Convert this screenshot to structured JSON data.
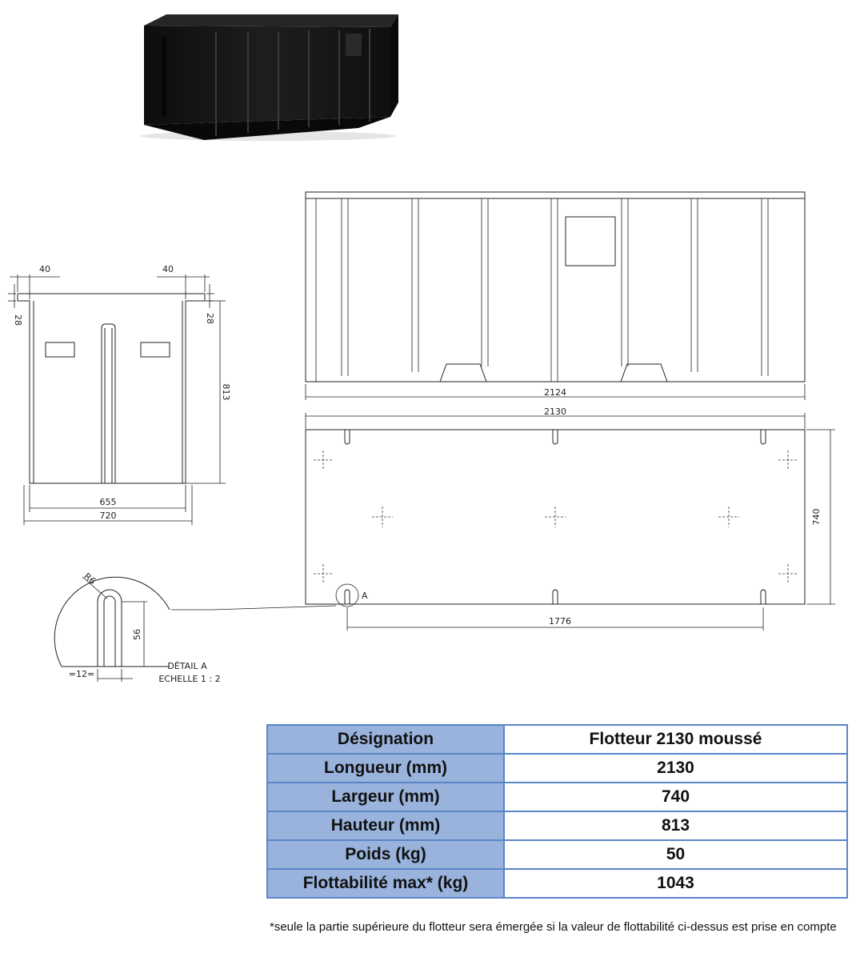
{
  "dimensions": {
    "side_flange_left": "40",
    "side_flange_right": "40",
    "side_lip_left": "28",
    "side_lip_right": "28",
    "side_height": "813",
    "side_inner_width": "655",
    "side_outer_width": "720",
    "front_length": "2124",
    "top_length": "2130",
    "top_width": "740",
    "slot_spacing": "1776",
    "detail_radius": "R6",
    "detail_depth": "56",
    "detail_width": "=12="
  },
  "detail": {
    "marker": "A",
    "title": "DÉTAIL A",
    "scale": "ECHELLE 1 : 2"
  },
  "spec_table": {
    "rows": [
      {
        "label": "Désignation",
        "value": "Flotteur 2130 moussé"
      },
      {
        "label": "Longueur (mm)",
        "value": "2130"
      },
      {
        "label": "Largeur (mm)",
        "value": "740"
      },
      {
        "label": "Hauteur (mm)",
        "value": "813"
      },
      {
        "label": "Poids (kg)",
        "value": "50"
      },
      {
        "label": "Flottabilité max* (kg)",
        "value": "1043"
      }
    ]
  },
  "footnote": "*seule la partie supérieure du flotteur sera émergée si la valeur de flottabilité ci-dessus est prise en compte",
  "colors": {
    "header_cell": "#99b3dd",
    "table_border": "#5b86c6",
    "float_body": "#151515"
  }
}
